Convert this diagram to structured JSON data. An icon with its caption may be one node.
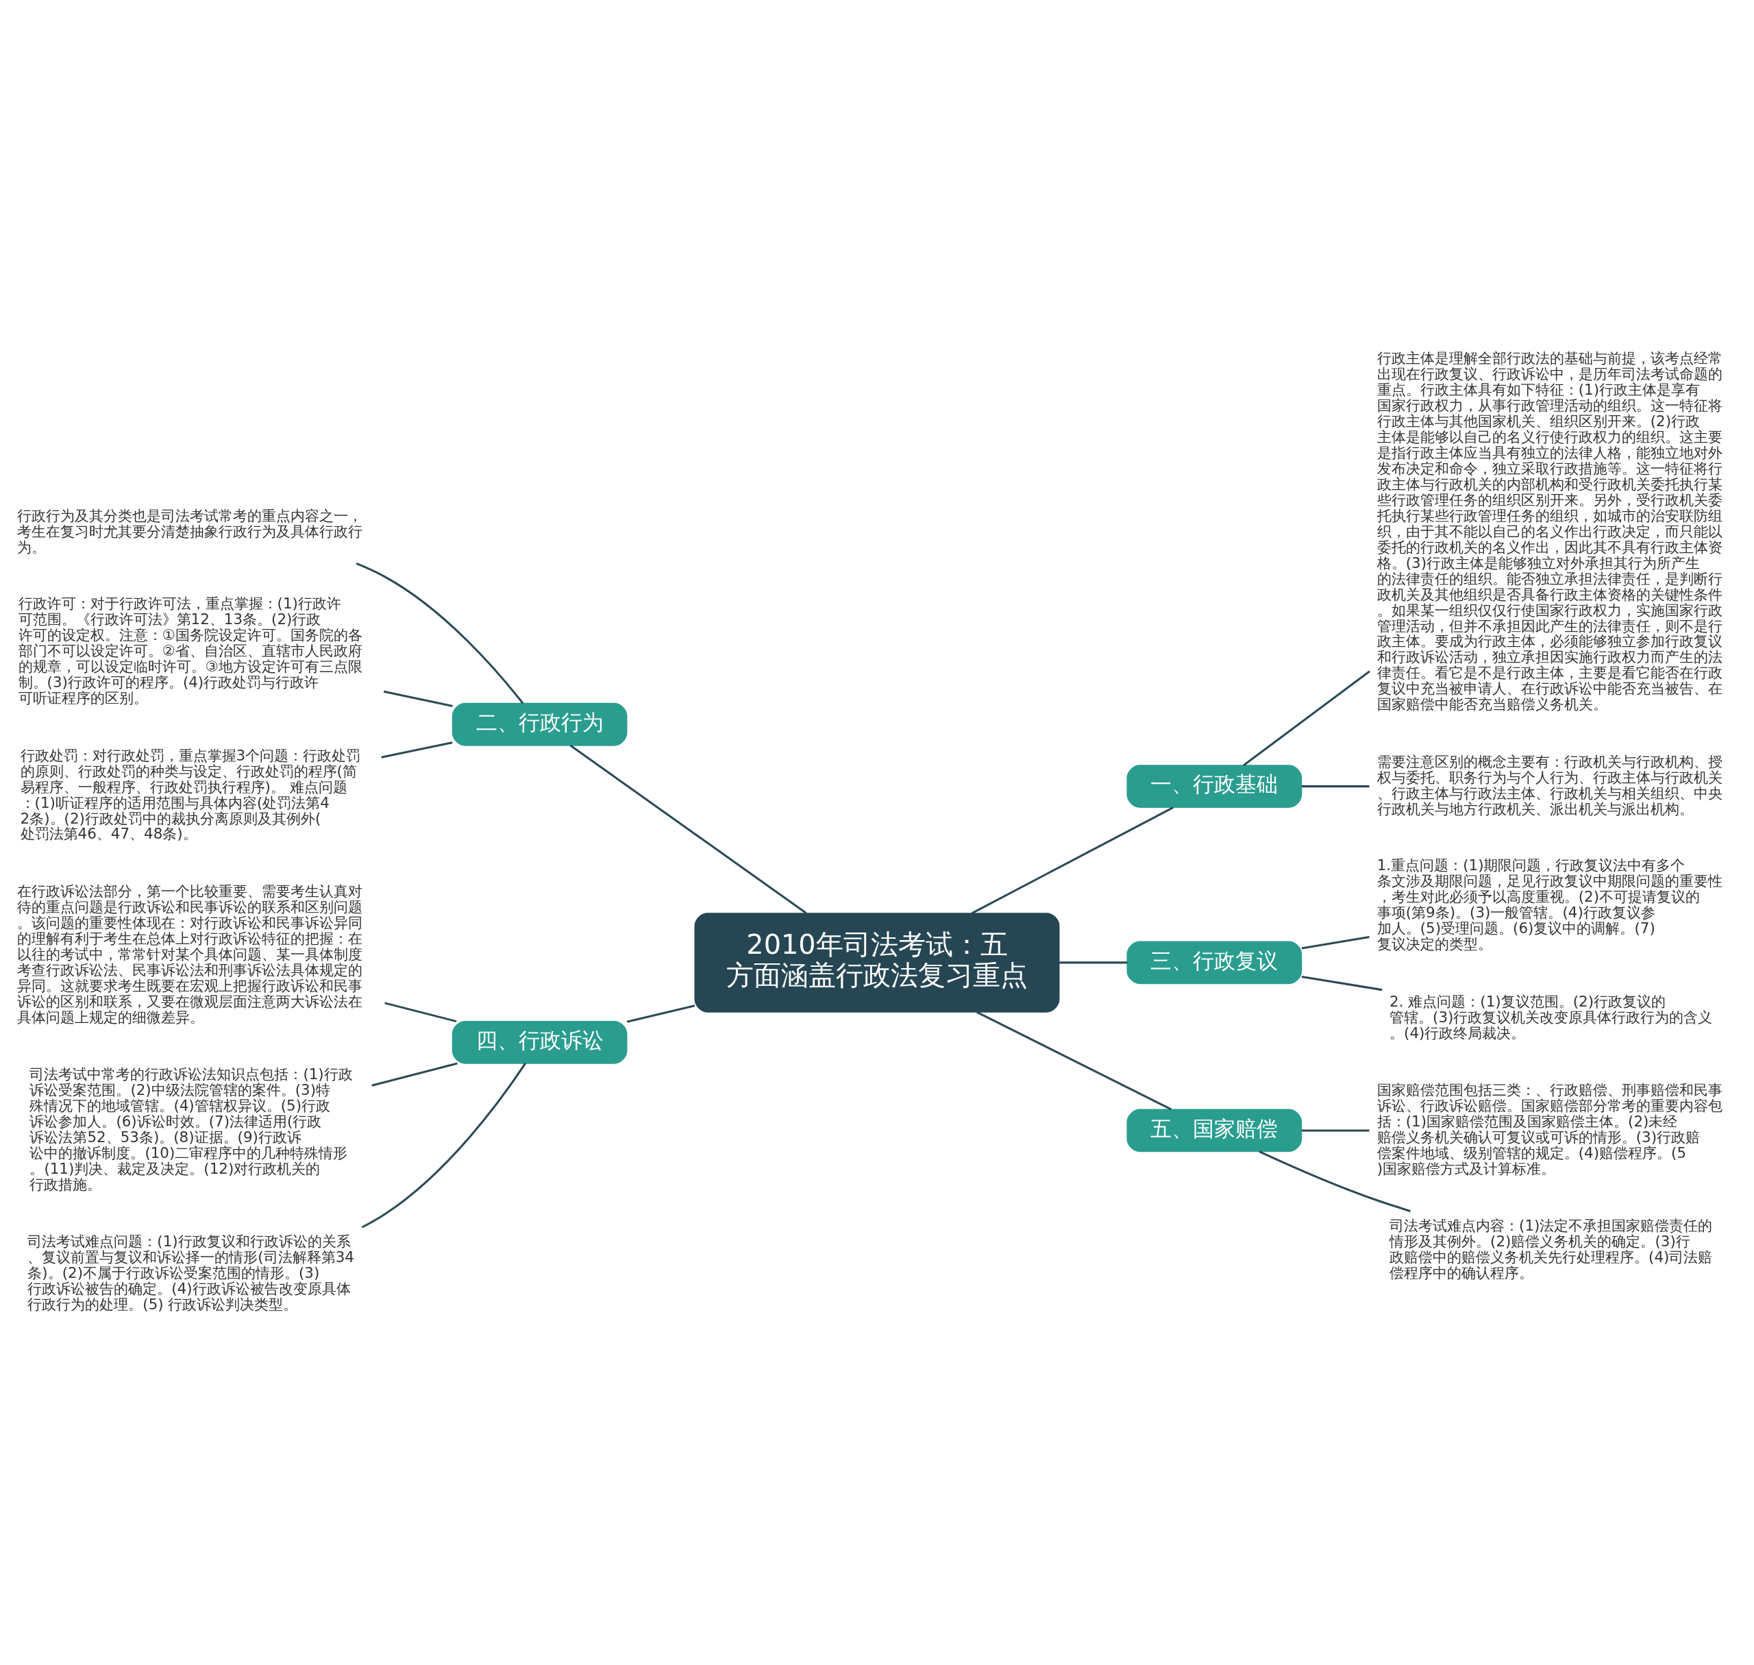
{
  "diagram": {
    "nodes": [
      {
        "text": [
          "2010年司法考试：五方面涵盖行政法复习重点"
        ]
      },
      {
        "text": [
          "一、行政基础"
        ]
      },
      {
        "text": [
          "行政主体是理解全部行政法的基础与前提，该考点经常出现在行政复议、行政诉讼中，是历年司法考试命题的重点。行政主体具有如下特征：(1)行政主体是享有国家行政权力，从事行政管理活动的组织。这一特征将行政主体与其他国家机关、组织区别开来。(2)行政主体是能够以自己的名义行使行政权力的组织。这主要是指行政主体应当具有独立的法律人格，能独立地对外发布决定和命令，独立采取行政措施等。这一特征将行政主体与行政机关的内部机构和受行政机关委托执行某些行政管理任务的组织区别开来。另外，受行政机关委托执行某些行政管理任务的组织，如城市的治安联防组织，由于其不能以自己的名义作出行政决定，而只能以委托的行政机关的名义作出，因此其不具有行政主体资格。(3)行政主体是能够独立对外承担其行为所产生的法律责任的组织。能否独立承担法律责任，是判断行政机关及其他组织是否具备行政主体资格的关键性条件。如果某一组织仅仅行使国家行政权力，实施国家行政管理活动，但并不承担因此产生的法律责任，则不是行政主体。要成为行政主体，必须能够独立参加行政复议和行政诉讼活动，独立承担因实施行政权力而产生的法律责任。看它是不是行政主体，主要是看它能否在行政复议中充当被申请人、在行政诉讼中能否充当被告、在国家赔偿中能否充当赔偿义务机关。"
        ]
      },
      {
        "text": [
          "需要注意区别的概念主要有：行政机关与行政机构、授权与委托、职务行为与个人行为、行政主体与行政机关、行政主体与行政法主体、行政机关与相关组织、中央行政机关与地方行政机关、派出机关与派出机构。"
        ]
      },
      {
        "text": [
          "二、行政行为"
        ]
      },
      {
        "text": [
          "行政行为及其分类也是司法考试常考的重点内容之一，考生在复习时尤其要分清楚抽象行政行为及具体行政行为。"
        ]
      },
      {
        "text": [
          "行政许可：对于行政许可法，重点掌握：(1)行政许可范围。《行政许可法》第12、13条。(2)行政许可的设定权。注意：①国务院设定许可。国务院的各部门不可以设定许可。②省、自治区、直辖市人民政府的规章，可以设定临时许可。③地方设定许可有三点限制。(3)行政许可的程序。(4)行政处罚与行政许可听证程序的区别。"
        ]
      },
      {
        "text": [
          "行政处罚：对行政处罚，重点掌握3个问题：行政处罚的原则、行政处罚的种类与设定、行政处罚的程序(简易程序、一般程序、行政处罚执行程序)。 难点问题：(1)听证程序的适用范围与具体内容(处罚法第42条)。(2)行政处罚中的裁执分离原则及其例外(处罚法第46、47、48条)。"
        ]
      },
      {
        "text": [
          "三、行政复议"
        ]
      },
      {
        "text": [
          "1.重点问题：(1)期限问题，行政复议法中有多个条文涉及期限问题，足见行政复议中期限问题的重要性，考生对此必须予以高度重视。(2)不可提请复议的事项(第9条)。(3)一般管辖。(4)行政复议参加人。(5)受理问题。(6)复议中的调解。(7)复议决定的类型。"
        ]
      },
      {
        "text": [
          "2. 难点问题：(1)复议范围。(2)行政复议的管辖。(3)行政复议机关改变原具体行政行为的含义。(4)行政终局裁决。"
        ]
      },
      {
        "text": [
          "四、行政诉讼"
        ]
      },
      {
        "text": [
          "在行政诉讼法部分，第一个比较重要、需要考生认真对待的重点问题是行政诉讼和民事诉讼的联系和区别问题。该问题的重要性体现在：对行政诉讼和民事诉讼异同的理解有利于考生在总体上对行政诉讼特征的把握：在以往的考试中，常常针对某个具体问题、某一具体制度考查行政诉讼法、民事诉讼法和刑事诉讼法具体规定的异同。这就要求考生既要在宏观上把握行政诉讼和民事诉讼的区别和联系，又要在微观层面注意两大诉讼法在具体问题上规定的细微差异。"
        ]
      },
      {
        "text": [
          "司法考试中常考的行政诉讼法知识点包括：(1)行政诉讼受案范围。(2)中级法院管辖的案件。(3)特殊情况下的地域管辖。(4)管辖权异议。(5)行政诉讼参加人。(6)诉讼时效。(7)法律适用(行政诉讼法第52、53条)。(8)证据。(9)行政诉讼中的撤诉制度。(10)二审程序中的几种特殊情形。(11)判决、裁定及决定。(12)对行政机关的行政措施。"
        ]
      },
      {
        "text": [
          "司法考试难点问题：(1)行政复议和行政诉讼的关系、复议前置与复议和诉讼择一的情形(司法解释第34条)。(2)不属于行政诉讼受案范围的情形。(3)行政诉讼被告的确定。(4)行政诉讼被告改变原具体行政行为的处理。(5) 行政诉讼判决类型。"
        ]
      },
      {
        "text": [
          "五、国家赔偿"
        ]
      },
      {
        "text": [
          "国家赔偿范围包括三类：、行政赔偿、刑事赔偿和民事诉讼、行政诉讼赔偿。国家赔偿部分常考的重要内容包括：(1)国家赔偿范围及国家赔偿主体。(2)未经赔偿义务机关确认可复议或可诉的情形。(3)行政赔偿案件地域、级别管辖的规定。(4)赔偿程序。(5)国家赔偿方式及计算标准。"
        ]
      },
      {
        "text": [
          "司法考试难点内容：(1)法定不承担国家赔偿责任的情形及其例外。(2)赔偿义务机关的确定。(3)行政赔偿中的赔偿义务机关先行处理程序。(4)司法赔偿程序中的确认程序。"
        ]
      }
    ],
    "edges": [
      {
        "from": 0,
        "to": 1,
        "arrow": "none"
      },
      {
        "from": 1,
        "to": 2,
        "arrow": "none"
      },
      {
        "from": 1,
        "to": 3,
        "arrow": "none"
      },
      {
        "from": 0,
        "to": 4,
        "arrow": "none"
      },
      {
        "from": 4,
        "to": 5,
        "arrow": "none"
      },
      {
        "from": 4,
        "to": 6,
        "arrow": "none"
      },
      {
        "from": 4,
        "to": 7,
        "arrow": "none"
      },
      {
        "from": 0,
        "to": 8,
        "arrow": "none"
      },
      {
        "from": 8,
        "to": 9,
        "arrow": "none"
      },
      {
        "from": 8,
        "to": 10,
        "arrow": "none"
      },
      {
        "from": 0,
        "to": 11,
        "arrow": "none"
      },
      {
        "from": 11,
        "to": 12,
        "arrow": "none"
      },
      {
        "from": 11,
        "to": 13,
        "arrow": "none"
      },
      {
        "from": 11,
        "to": 14,
        "arrow": "none"
      },
      {
        "from": 0,
        "to": 15,
        "arrow": "none"
      },
      {
        "from": 15,
        "to": 16,
        "arrow": "none"
      },
      {
        "from": 15,
        "to": 17,
        "arrow": "none"
      }
    ]
  }
}
